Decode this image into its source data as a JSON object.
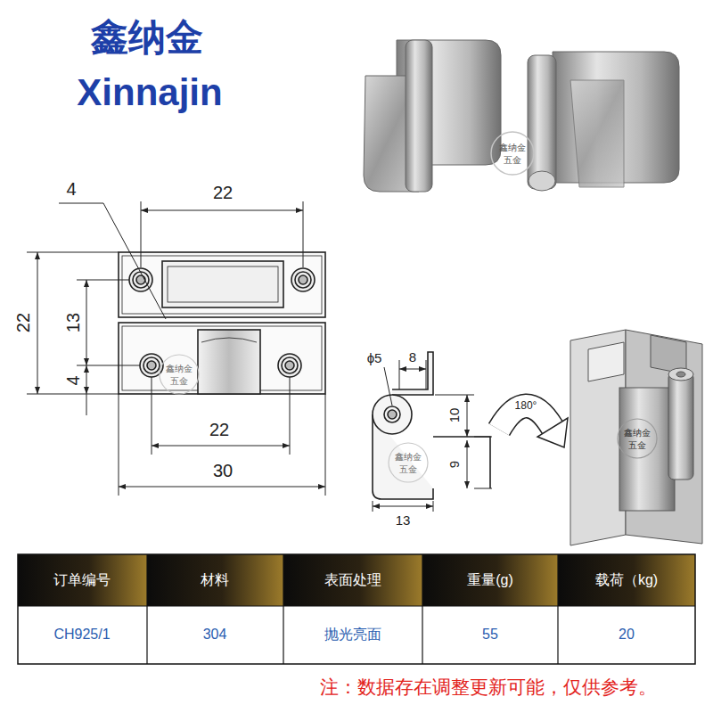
{
  "diagram": {
    "title": "鑫纳金",
    "caption": "注：数据存在调整更新可能，仅供参考。",
    "labels": [
      "Xinnajin",
      "4",
      "22",
      "22",
      "13",
      "4",
      "22",
      "30",
      "ϕ5",
      "8",
      "10",
      "9",
      "13",
      "180°",
      "订单编号",
      "材料",
      "表面处理",
      "重量(g)",
      "载荷（kg)",
      "CH925/1",
      "304",
      "抛光亮面",
      "55",
      "20",
      "鑫纳金",
      "五金",
      "鑫纳金",
      "五金",
      "鑫纳金",
      "五金",
      "鑫纳金",
      "五金"
    ]
  }
}
